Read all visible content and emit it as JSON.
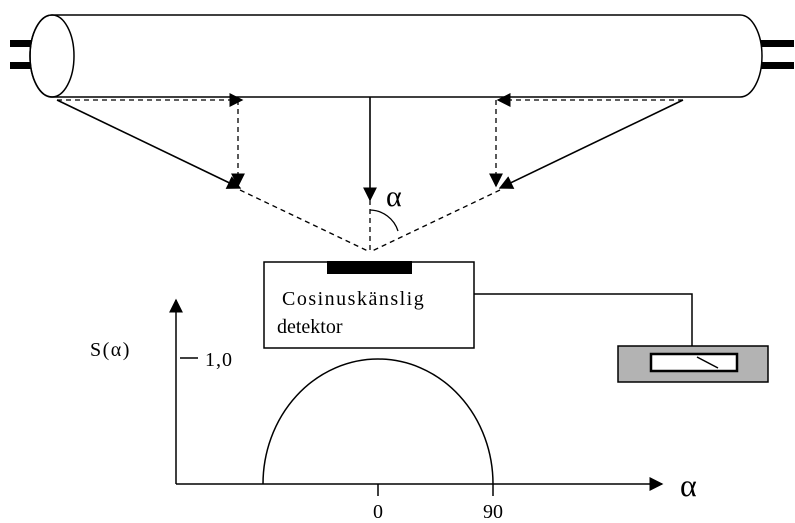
{
  "angle_symbol": "α",
  "detector": {
    "line1": "Cosinuskänslig",
    "line2": "detektor"
  },
  "graph": {
    "y_label": "S(α)",
    "y_tick": "1,0",
    "x_label": "α",
    "x_ticks": [
      "0",
      "90"
    ]
  },
  "colors": {
    "stroke": "#000000",
    "meter_body": "#b3b3b3",
    "background": "#ffffff"
  }
}
